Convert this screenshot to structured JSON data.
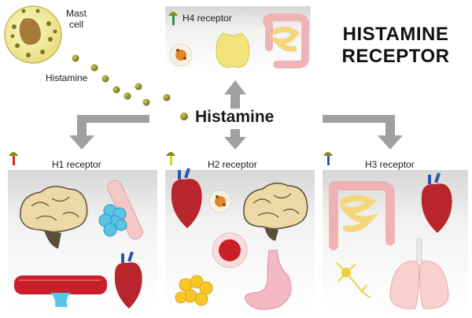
{
  "title": {
    "line1": "HISTAMINE",
    "line2": "RECEPTOR"
  },
  "mast_cell": {
    "label_line1": "Mast",
    "label_line2": "cell"
  },
  "histamine_small_label": "Histamine",
  "histamine_center_label": "Histamine",
  "receptors": {
    "h4": {
      "label": "H4 receptor",
      "marker_color": "#2f8a5b"
    },
    "h1": {
      "label": "H1 receptor",
      "marker_color": "#d8262b"
    },
    "h2": {
      "label": "H2 receptor",
      "marker_color": "#c9d43a"
    },
    "h3": {
      "label": "H3 receptor",
      "marker_color": "#2a55b5"
    }
  },
  "colors": {
    "histamine_dot": "#8b8a1f",
    "arrow_gray": "#a0a0a0",
    "panel_top": "#d9d9d9"
  }
}
